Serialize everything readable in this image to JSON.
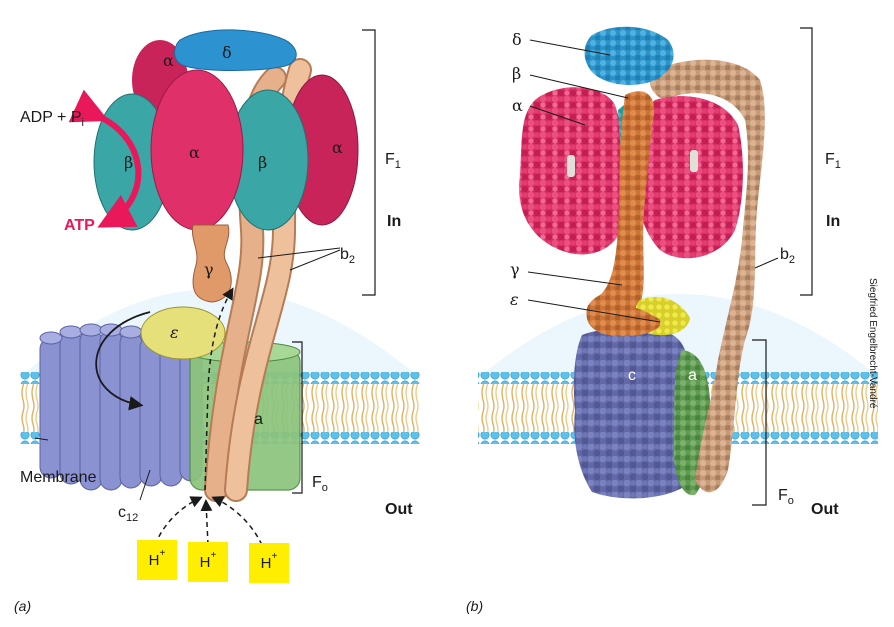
{
  "panel_a": {
    "panel_label": "(a)",
    "subunits": {
      "alpha": "α",
      "delta": "δ",
      "beta": "β",
      "gamma": "γ",
      "epsilon": "ε",
      "a": "a"
    },
    "reaction": {
      "adp_main": "ADP + P",
      "adp_sub": "i",
      "atp": "ATP"
    },
    "labels": {
      "b2_main": "b",
      "b2_sub": "2",
      "membrane": "Membrane",
      "c12_main": "c",
      "c12_sub": "12",
      "f1_main": "F",
      "f1_sub": "1",
      "fo_main": "F",
      "fo_sub": "o",
      "in": "In",
      "out": "Out"
    },
    "protons": {
      "main": "H",
      "sup": "+"
    }
  },
  "panel_b": {
    "panel_label": "(b)",
    "labels": {
      "delta": "δ",
      "beta": "β",
      "alpha": "α",
      "gamma": "γ",
      "epsilon": "ε",
      "c": "c",
      "a": "a",
      "b2_main": "b",
      "b2_sub": "2",
      "f1_main": "F",
      "f1_sub": "1",
      "fo_main": "F",
      "fo_sub": "o",
      "in": "In",
      "out": "Out"
    }
  },
  "credit": "Siegfried Engelbrecht-Vandré",
  "colors": {
    "alpha_pink": "#e0306a",
    "beta_teal": "#3aa6a6",
    "delta_blue": "#2c93d0",
    "gamma_orange": "#e09a6a",
    "stalk_tan": "#e6b08a",
    "epsilon_yellow": "#e6e07a",
    "c_ring_blue": "#8a92d2",
    "a_green": "#6fae5e",
    "arrow_red": "#e8185a",
    "proton_yellow": "#ffee00",
    "membrane_blue": "#5fc0ea",
    "lipid_tail": "#e9c070",
    "c_model": "#6a70b0",
    "b_model": "#c69a78",
    "gamma_model": "#d07a3c"
  }
}
